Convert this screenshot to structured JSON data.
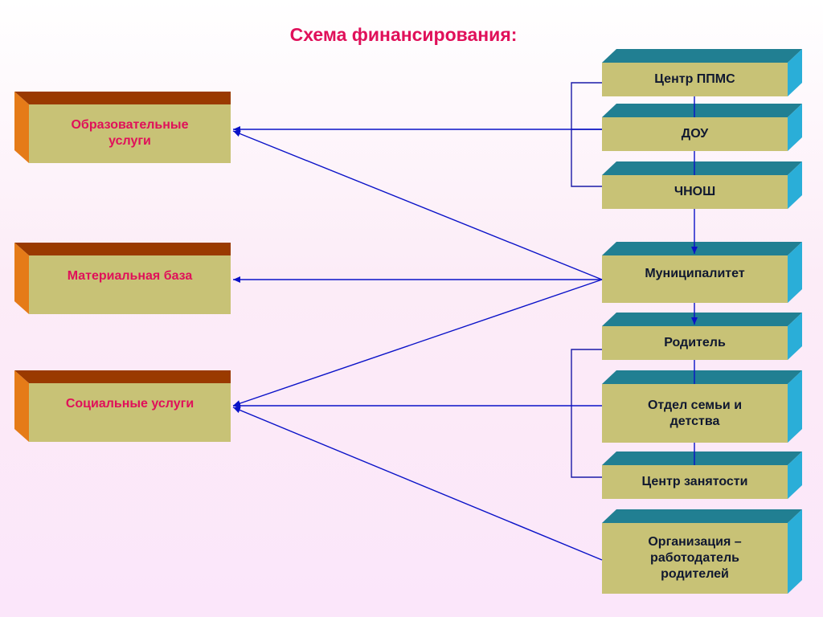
{
  "title": "Схема финансирования:",
  "left_boxes": [
    {
      "id": "edu",
      "lines": [
        "Образовательные",
        "услуги"
      ]
    },
    {
      "id": "mat",
      "lines": [
        "Материальная база"
      ]
    },
    {
      "id": "soc",
      "lines": [
        "Социальные услуги"
      ]
    }
  ],
  "right_boxes": [
    {
      "id": "ppms",
      "lines": [
        "Центр ППМС"
      ]
    },
    {
      "id": "dou",
      "lines": [
        "ДОУ"
      ]
    },
    {
      "id": "chnosh",
      "lines": [
        "ЧНОШ"
      ]
    },
    {
      "id": "mun",
      "lines": [
        "Муниципалитет"
      ]
    },
    {
      "id": "rod",
      "lines": [
        "Родитель"
      ]
    },
    {
      "id": "otdel",
      "lines": [
        "Отдел семьи и",
        "детства"
      ]
    },
    {
      "id": "czan",
      "lines": [
        "Центр занятости"
      ]
    },
    {
      "id": "org",
      "lines": [
        "Организация –",
        "работодатель",
        "родителей"
      ]
    }
  ],
  "colors": {
    "left_front": "#c8c276",
    "left_top": "#9a3a00",
    "left_side": "#e57b18",
    "left_text": "#e0105a",
    "right_front": "#c8c276",
    "right_top": "#217f92",
    "right_side": "#2aaed8",
    "right_text": "#101830",
    "arrow": "#0a12c8",
    "bracket": "#1a1aa8"
  }
}
